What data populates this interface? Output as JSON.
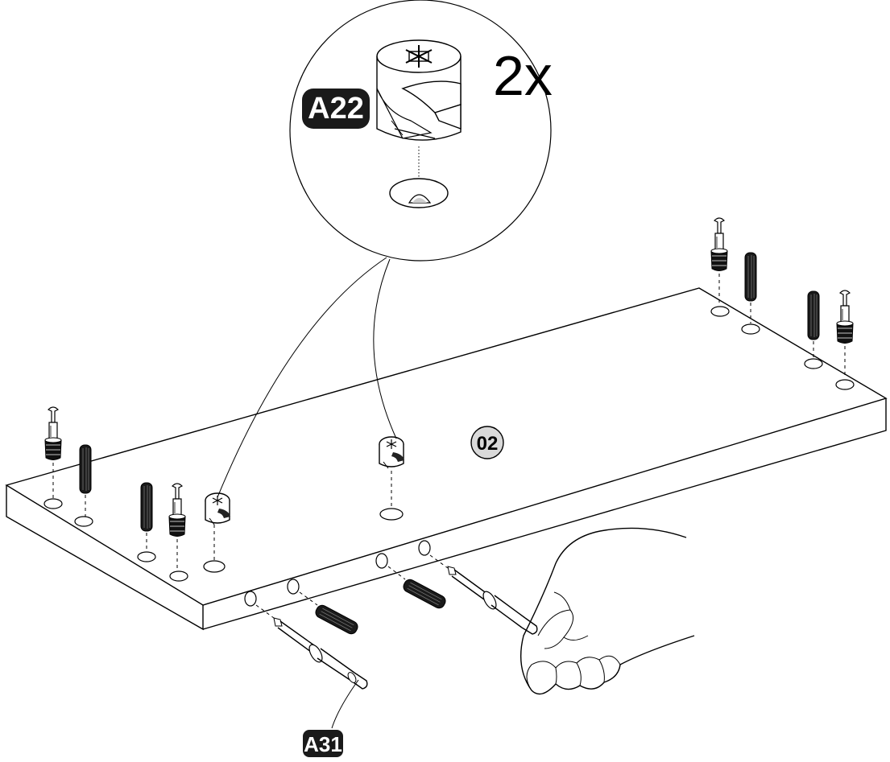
{
  "callouts": {
    "hardware_detail": {
      "part_label": "A22",
      "quantity": "2x"
    },
    "step_badge": "02",
    "pin_label": "A31"
  },
  "colors": {
    "ink": "#000000",
    "badge_fill": "#d9d9d9",
    "label_fill": "#1a1a1a",
    "paper": "#ffffff"
  },
  "icons": {
    "hand": "hand-pressing-icon",
    "cam_lock": "cam-lock-icon",
    "cam_pin": "cam-pin-icon",
    "dowel": "wood-dowel-icon"
  }
}
